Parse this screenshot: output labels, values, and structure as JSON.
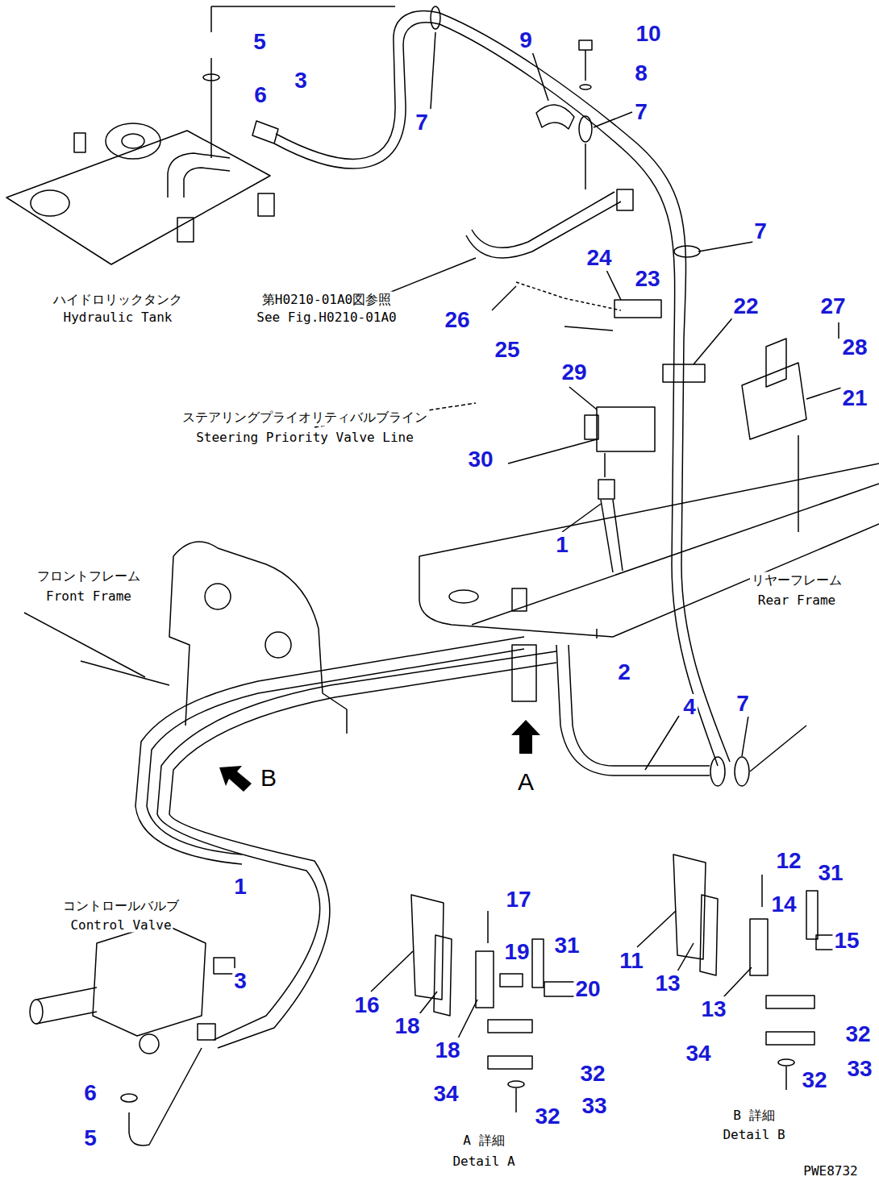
{
  "diagram": {
    "labels": [
      "5",
      "6",
      "3",
      "9",
      "10",
      "8",
      "7",
      "7",
      "ハイドロリックタンク",
      "Hydraulic Tank",
      "第H0210-01A0図参照",
      "See Fig.H0210-01A0",
      "7",
      "24",
      "23",
      "22",
      "27",
      "28",
      "21",
      "26",
      "25",
      "29",
      "ステアリングプライオリティバルブライン",
      "Steering Priority Valve Line",
      "30",
      "1",
      "フロントフレーム",
      "Front Frame",
      "リヤーフレーム",
      "Rear Frame",
      "2",
      "4",
      "7",
      "B",
      "A",
      "1",
      "コントロールバルブ",
      "Control Valve",
      "3",
      "6",
      "5",
      "17",
      "19",
      "31",
      "20",
      "16",
      "18",
      "18",
      "32",
      "33",
      "34",
      "32",
      "A 詳細",
      "Detail A",
      "12",
      "31",
      "14",
      "15",
      "11",
      "13",
      "13",
      "32",
      "33",
      "34",
      "32",
      "B 詳細",
      "Detail B",
      "PWE8732"
    ]
  }
}
